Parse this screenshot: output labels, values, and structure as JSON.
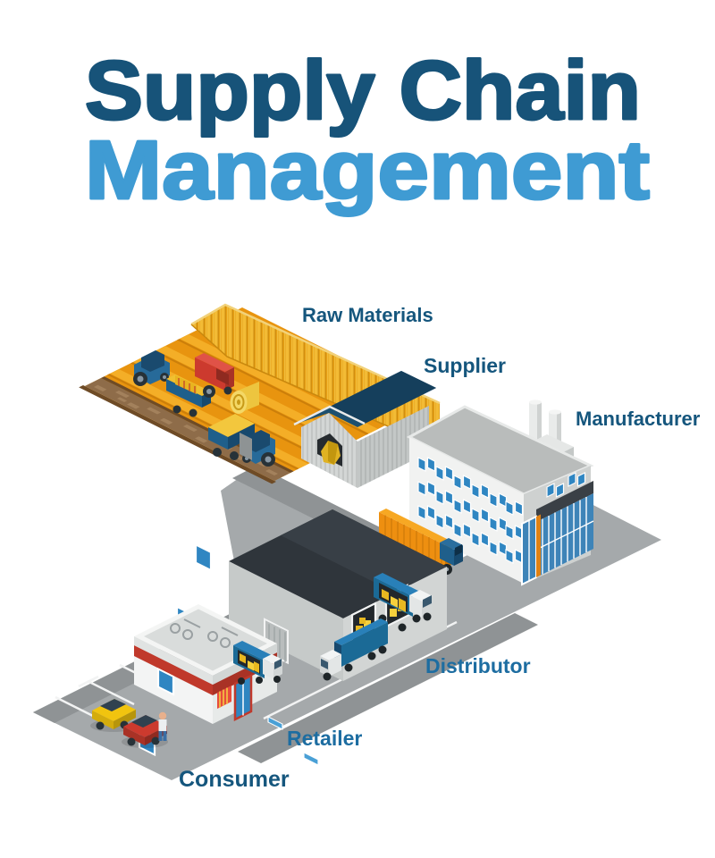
{
  "title": {
    "line1": "Supply Chain",
    "line2": "Management",
    "line1_color": "#175379",
    "line2_color": "#3f9bd3"
  },
  "labels": [
    {
      "id": "raw-materials",
      "text": "Raw Materials",
      "color": "#15567d"
    },
    {
      "id": "supplier",
      "text": "Supplier",
      "color": "#15567d"
    },
    {
      "id": "manufacturer",
      "text": "Manufacturer",
      "color": "#15567d"
    },
    {
      "id": "distributor",
      "text": "Distributor",
      "color": "#1d6da1"
    },
    {
      "id": "retailer",
      "text": "Retailer",
      "color": "#1d6da1"
    },
    {
      "id": "consumer",
      "text": "Consumer",
      "color": "#15567d"
    }
  ],
  "scene": {
    "stages": [
      "Raw Materials",
      "Supplier",
      "Manufacturer",
      "Distributor",
      "Retailer",
      "Consumer"
    ],
    "elements": [
      "wheat-field",
      "farm-vehicles",
      "supplier-barn",
      "manufacturer-factory",
      "container-truck",
      "distributor-warehouse",
      "delivery-trucks",
      "retailer-store",
      "consumer-cars",
      "pedestrian"
    ]
  },
  "colors": {
    "background": "#ffffff",
    "title_dark": "#175379",
    "title_light": "#3f9bd3",
    "label_blue": "#15567d",
    "label_blue_light": "#1d6da1",
    "ground_lot": "#a5a9ab",
    "road": "#8f9395",
    "field_orange": "#e8940f",
    "field_stripe": "#f4ae27",
    "dirt_road": "#8e6c49",
    "wheat_gold": "#f3bb35",
    "barn_roof_navy": "#1a4a6a",
    "corrugated_wall": "#d3d6d5",
    "factory_wall": "#f1f2f1",
    "factory_roof": "#b9bcbb",
    "window_blue": "#2f86c2",
    "glass_blue": "#3e84b8",
    "accent_orange": "#e08214",
    "container_orange": "#ee8f10",
    "truck_cab_blue": "#1f5f8b",
    "truck_box_blue": "#1b6a96",
    "warehouse_roof": "#2f353b",
    "cargo_box_yellow": "#e8b820",
    "store_red": "#c0392b",
    "car_yellow": "#f1c40f",
    "car_red": "#cc3a2e"
  }
}
